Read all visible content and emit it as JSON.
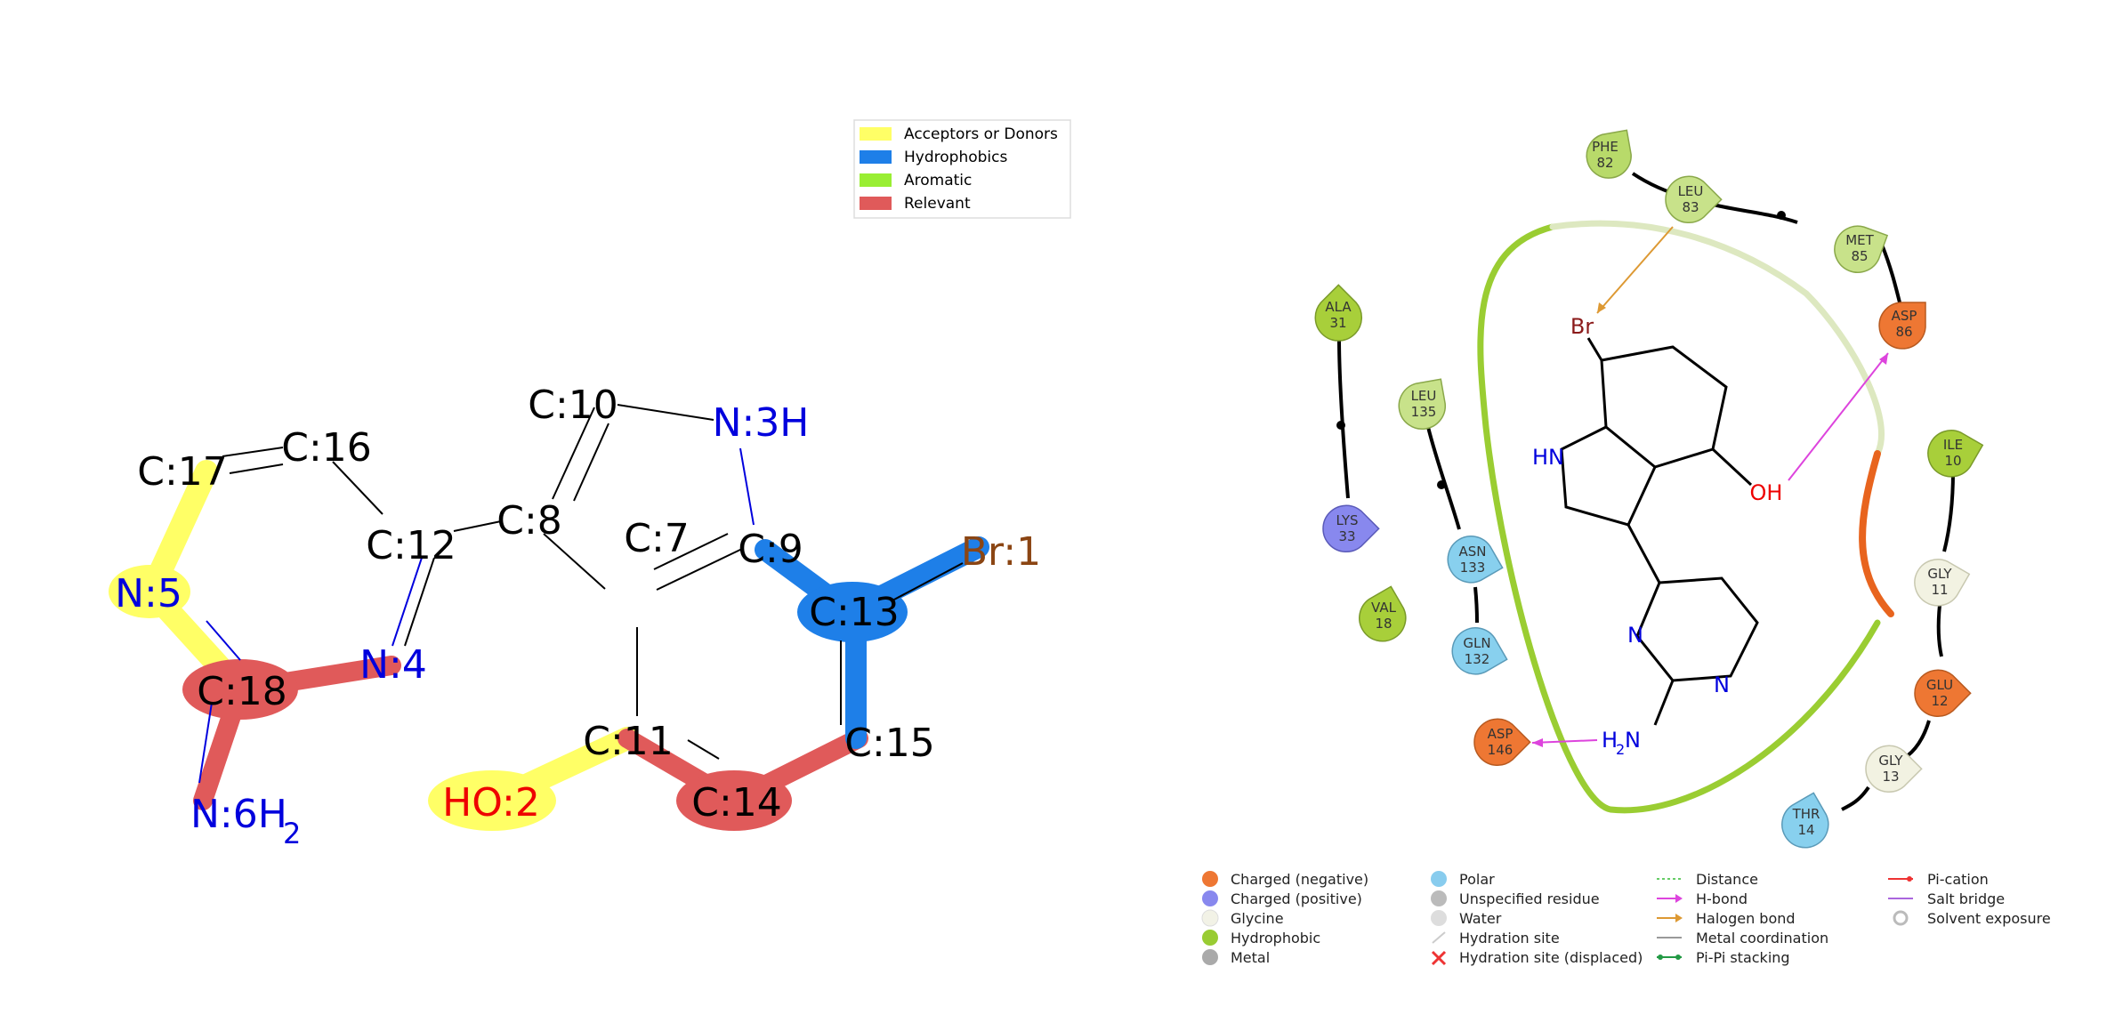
{
  "left_legend": [
    {
      "label": "Acceptors or Donors",
      "color": "#ffff66"
    },
    {
      "label": "Hydrophobics",
      "color": "#1e7fe8"
    },
    {
      "label": "Aromatic",
      "color": "#99ee33"
    },
    {
      "label": "Relevant",
      "color": "#e05a5a"
    }
  ],
  "atoms": {
    "br1": "Br:1",
    "o2": "HO:2",
    "n3": "N:3H",
    "n4": "N:4",
    "n5": "N:5",
    "n6": "N:6H",
    "n6_sub": "2",
    "c7": "C:7",
    "c8": "C:8",
    "c9": "C:9",
    "c10": "C:10",
    "c11": "C:11",
    "c12": "C:12",
    "c13": "C:13",
    "c14": "C:14",
    "c15": "C:15",
    "c16": "C:16",
    "c17": "C:17",
    "c18": "C:18"
  },
  "residues": [
    {
      "id": "phe82",
      "name": "PHE",
      "num": "82",
      "type": "hydrophobic"
    },
    {
      "id": "leu83",
      "name": "LEU",
      "num": "83",
      "type": "hydrophobic"
    },
    {
      "id": "met85",
      "name": "MET",
      "num": "85",
      "type": "hydrophobic"
    },
    {
      "id": "asp86",
      "name": "ASP",
      "num": "86",
      "type": "negative"
    },
    {
      "id": "ala31",
      "name": "ALA",
      "num": "31",
      "type": "hydrophobic"
    },
    {
      "id": "leu135",
      "name": "LEU",
      "num": "135",
      "type": "hydrophobic"
    },
    {
      "id": "lys33",
      "name": "LYS",
      "num": "33",
      "type": "positive"
    },
    {
      "id": "asn133",
      "name": "ASN",
      "num": "133",
      "type": "polar"
    },
    {
      "id": "val18",
      "name": "VAL",
      "num": "18",
      "type": "hydrophobic"
    },
    {
      "id": "gln132",
      "name": "GLN",
      "num": "132",
      "type": "polar"
    },
    {
      "id": "asp146",
      "name": "ASP",
      "num": "146",
      "type": "negative"
    },
    {
      "id": "ile10",
      "name": "ILE",
      "num": "10",
      "type": "hydrophobic"
    },
    {
      "id": "gly11",
      "name": "GLY",
      "num": "11",
      "type": "glycine"
    },
    {
      "id": "glu12",
      "name": "GLU",
      "num": "12",
      "type": "negative"
    },
    {
      "id": "gly13",
      "name": "GLY",
      "num": "13",
      "type": "glycine"
    },
    {
      "id": "thr14",
      "name": "THR",
      "num": "14",
      "type": "polar"
    }
  ],
  "ligand_labels": {
    "br": "Br",
    "nh": "HN",
    "oh": "OH",
    "n_a": "N",
    "n_b": "N",
    "nh2": "H",
    "nh2_sub": "2",
    "nh2_n": "N"
  },
  "interaction_key": [
    {
      "label": "Charged (negative)",
      "symbol": "dot",
      "color": "#ee7733"
    },
    {
      "label": "Charged (positive)",
      "symbol": "dot",
      "color": "#8888ee"
    },
    {
      "label": "Glycine",
      "symbol": "dot",
      "color": "#f2f2e6"
    },
    {
      "label": "Hydrophobic",
      "symbol": "dot",
      "color": "#99cc33"
    },
    {
      "label": "Metal",
      "symbol": "dot",
      "color": "#aaaaaa"
    },
    {
      "label": "Polar",
      "symbol": "dot",
      "color": "#88ccee"
    },
    {
      "label": "Unspecified residue",
      "symbol": "dot",
      "color": "#bbbbbb"
    },
    {
      "label": "Water",
      "symbol": "dot",
      "color": "#dddddd"
    },
    {
      "label": "Hydration site",
      "symbol": "line",
      "color": "#cccccc"
    },
    {
      "label": "Hydration site (displaced)",
      "symbol": "cross",
      "color": "#ee3333"
    },
    {
      "label": "Distance",
      "symbol": "dotted",
      "color": "#66cc66"
    },
    {
      "label": "H-bond",
      "symbol": "arrow",
      "color": "#dd44dd"
    },
    {
      "label": "Halogen bond",
      "symbol": "arrow",
      "color": "#dd9933"
    },
    {
      "label": "Metal coordination",
      "symbol": "line",
      "color": "#999999"
    },
    {
      "label": "Pi-Pi stacking",
      "symbol": "dotline",
      "color": "#229944"
    },
    {
      "label": "Pi-cation",
      "symbol": "dotline",
      "color": "#ee3333"
    },
    {
      "label": "Salt bridge",
      "symbol": "line",
      "color": "#aa66dd"
    },
    {
      "label": "Solvent exposure",
      "symbol": "ring",
      "color": "#bbbbbb"
    }
  ]
}
